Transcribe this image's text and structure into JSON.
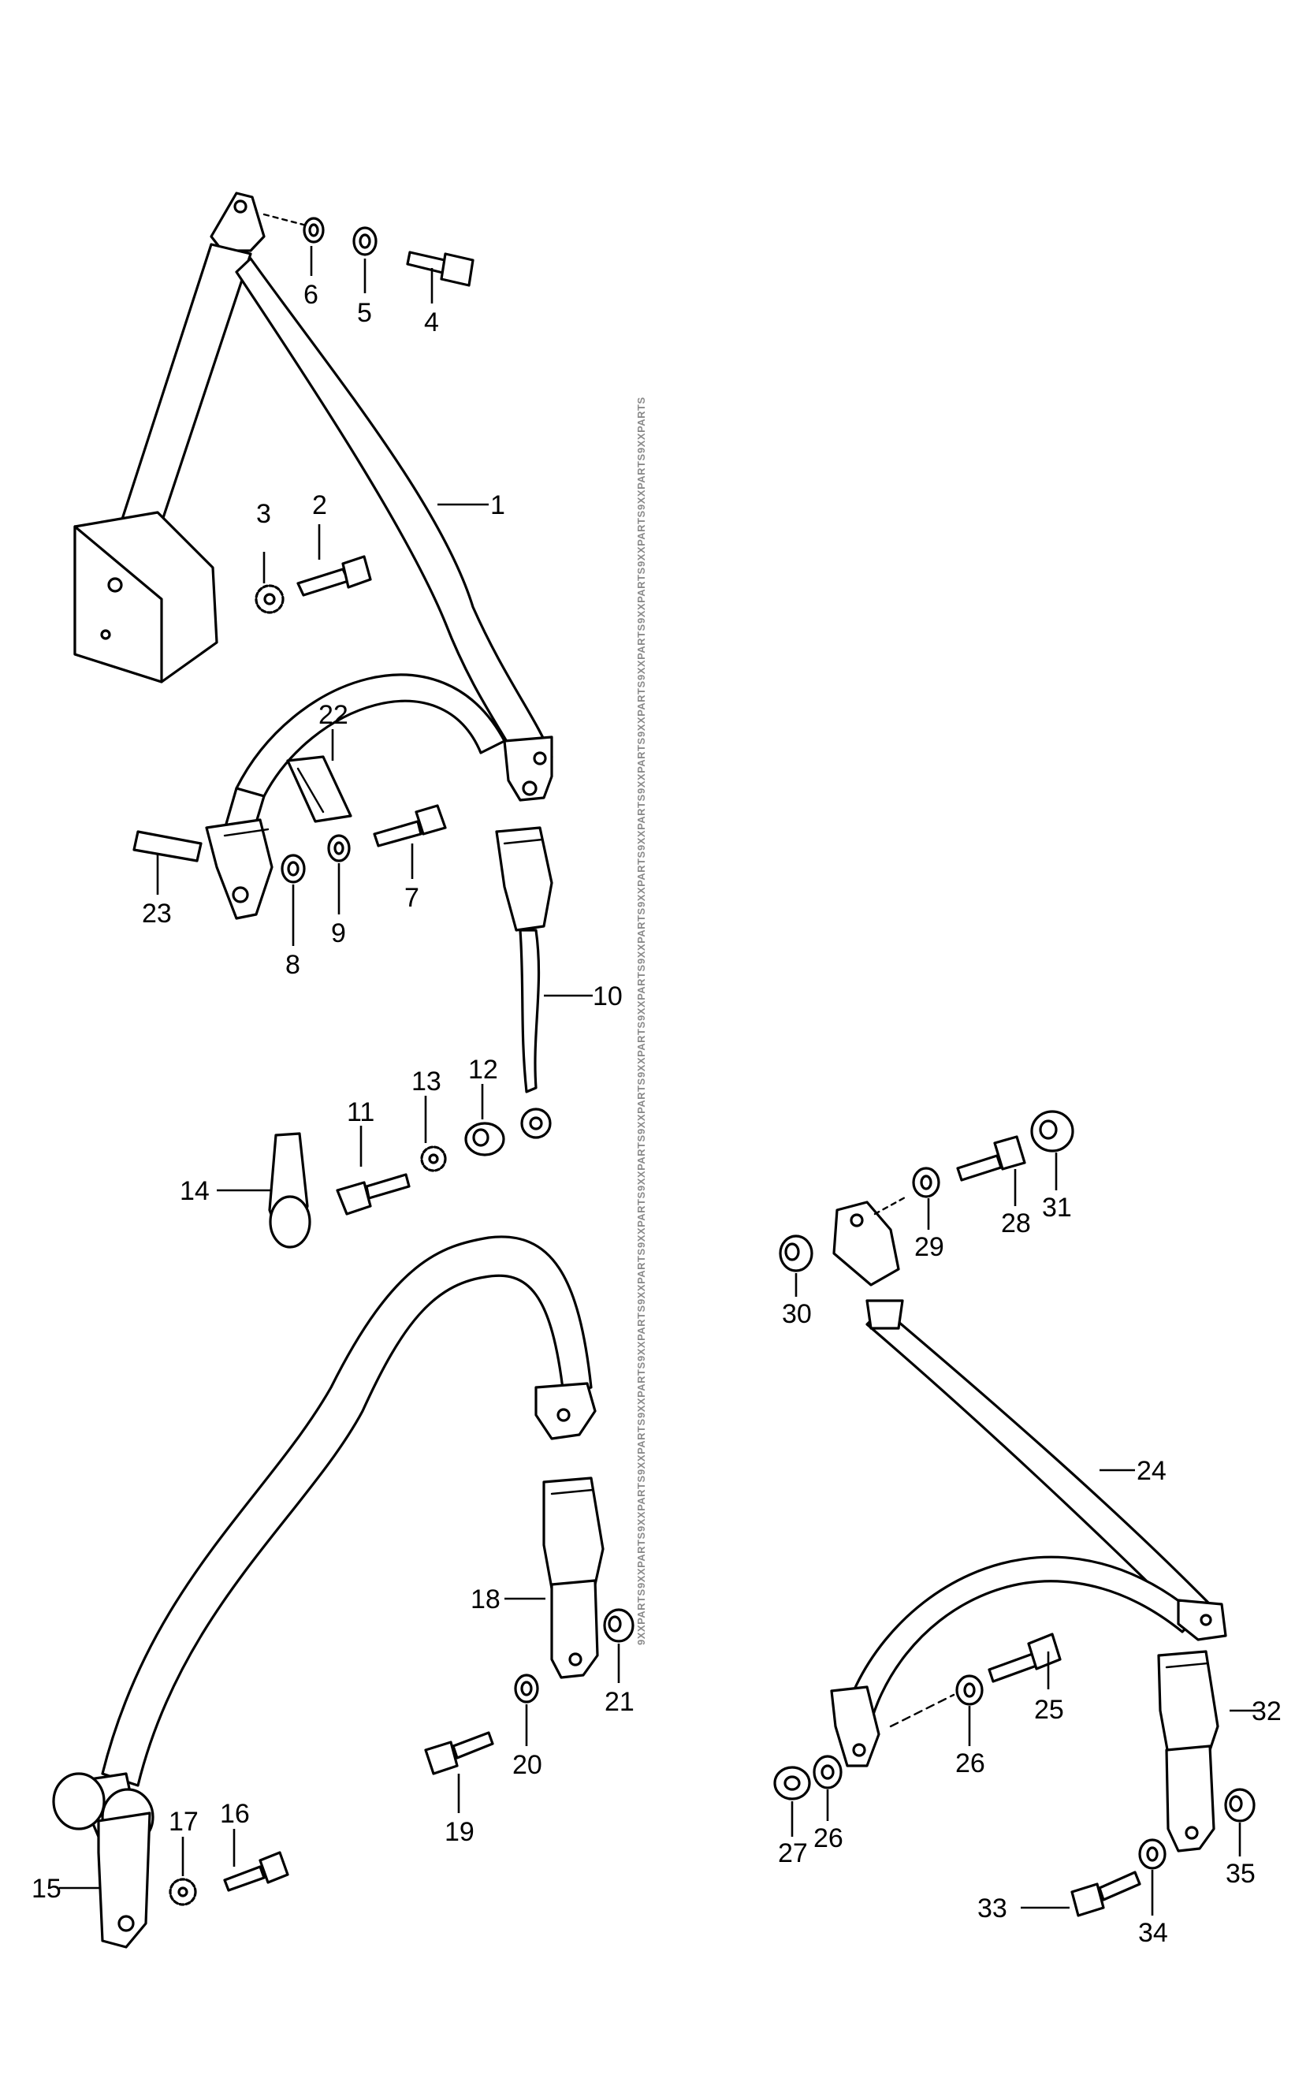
{
  "watermark": {
    "text": "9XXPARTS"
  },
  "callouts": [
    {
      "id": "c1",
      "label": "1"
    },
    {
      "id": "c2",
      "label": "2"
    },
    {
      "id": "c3",
      "label": "3"
    },
    {
      "id": "c4",
      "label": "4"
    },
    {
      "id": "c5",
      "label": "5"
    },
    {
      "id": "c6",
      "label": "6"
    },
    {
      "id": "c7",
      "label": "7"
    },
    {
      "id": "c8",
      "label": "8"
    },
    {
      "id": "c9",
      "label": "9"
    },
    {
      "id": "c10",
      "label": "10"
    },
    {
      "id": "c11",
      "label": "11"
    },
    {
      "id": "c12",
      "label": "12"
    },
    {
      "id": "c13",
      "label": "13"
    },
    {
      "id": "c14",
      "label": "14"
    },
    {
      "id": "c15",
      "label": "15"
    },
    {
      "id": "c16",
      "label": "16"
    },
    {
      "id": "c17",
      "label": "17"
    },
    {
      "id": "c18",
      "label": "18"
    },
    {
      "id": "c19",
      "label": "19"
    },
    {
      "id": "c20",
      "label": "20"
    },
    {
      "id": "c21",
      "label": "21"
    },
    {
      "id": "c22",
      "label": "22"
    },
    {
      "id": "c23",
      "label": "23"
    },
    {
      "id": "c24",
      "label": "24"
    },
    {
      "id": "c25",
      "label": "25"
    },
    {
      "id": "c26a",
      "label": "26"
    },
    {
      "id": "c26b",
      "label": "26"
    },
    {
      "id": "c27",
      "label": "27"
    },
    {
      "id": "c28",
      "label": "28"
    },
    {
      "id": "c29",
      "label": "29"
    },
    {
      "id": "c30",
      "label": "30"
    },
    {
      "id": "c31",
      "label": "31"
    },
    {
      "id": "c32",
      "label": "32"
    },
    {
      "id": "c33",
      "label": "33"
    },
    {
      "id": "c34",
      "label": "34"
    },
    {
      "id": "c35",
      "label": "35"
    }
  ]
}
